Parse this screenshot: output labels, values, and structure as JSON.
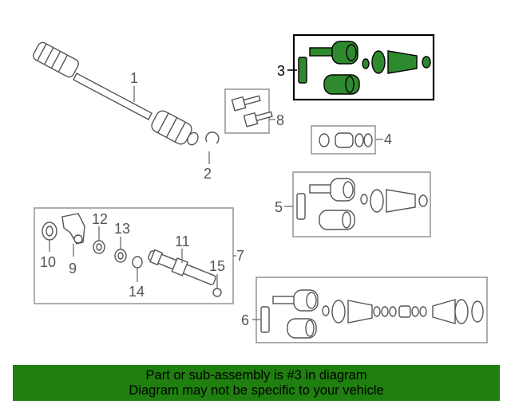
{
  "callouts": {
    "c1": "1",
    "c2": "2",
    "c3": "3",
    "c4": "4",
    "c5": "5",
    "c6": "6",
    "c7": "7",
    "c8": "8",
    "c9": "9",
    "c10": "10",
    "c11": "11",
    "c12": "12",
    "c13": "13",
    "c14": "14",
    "c15": "15"
  },
  "highlight": {
    "part": "3",
    "color": "#2f8a2f"
  },
  "banner": {
    "line1": "Part or sub-assembly is #3 in diagram",
    "line2": "Diagram may not be specific to your vehicle",
    "color": "#1f7f0f"
  }
}
